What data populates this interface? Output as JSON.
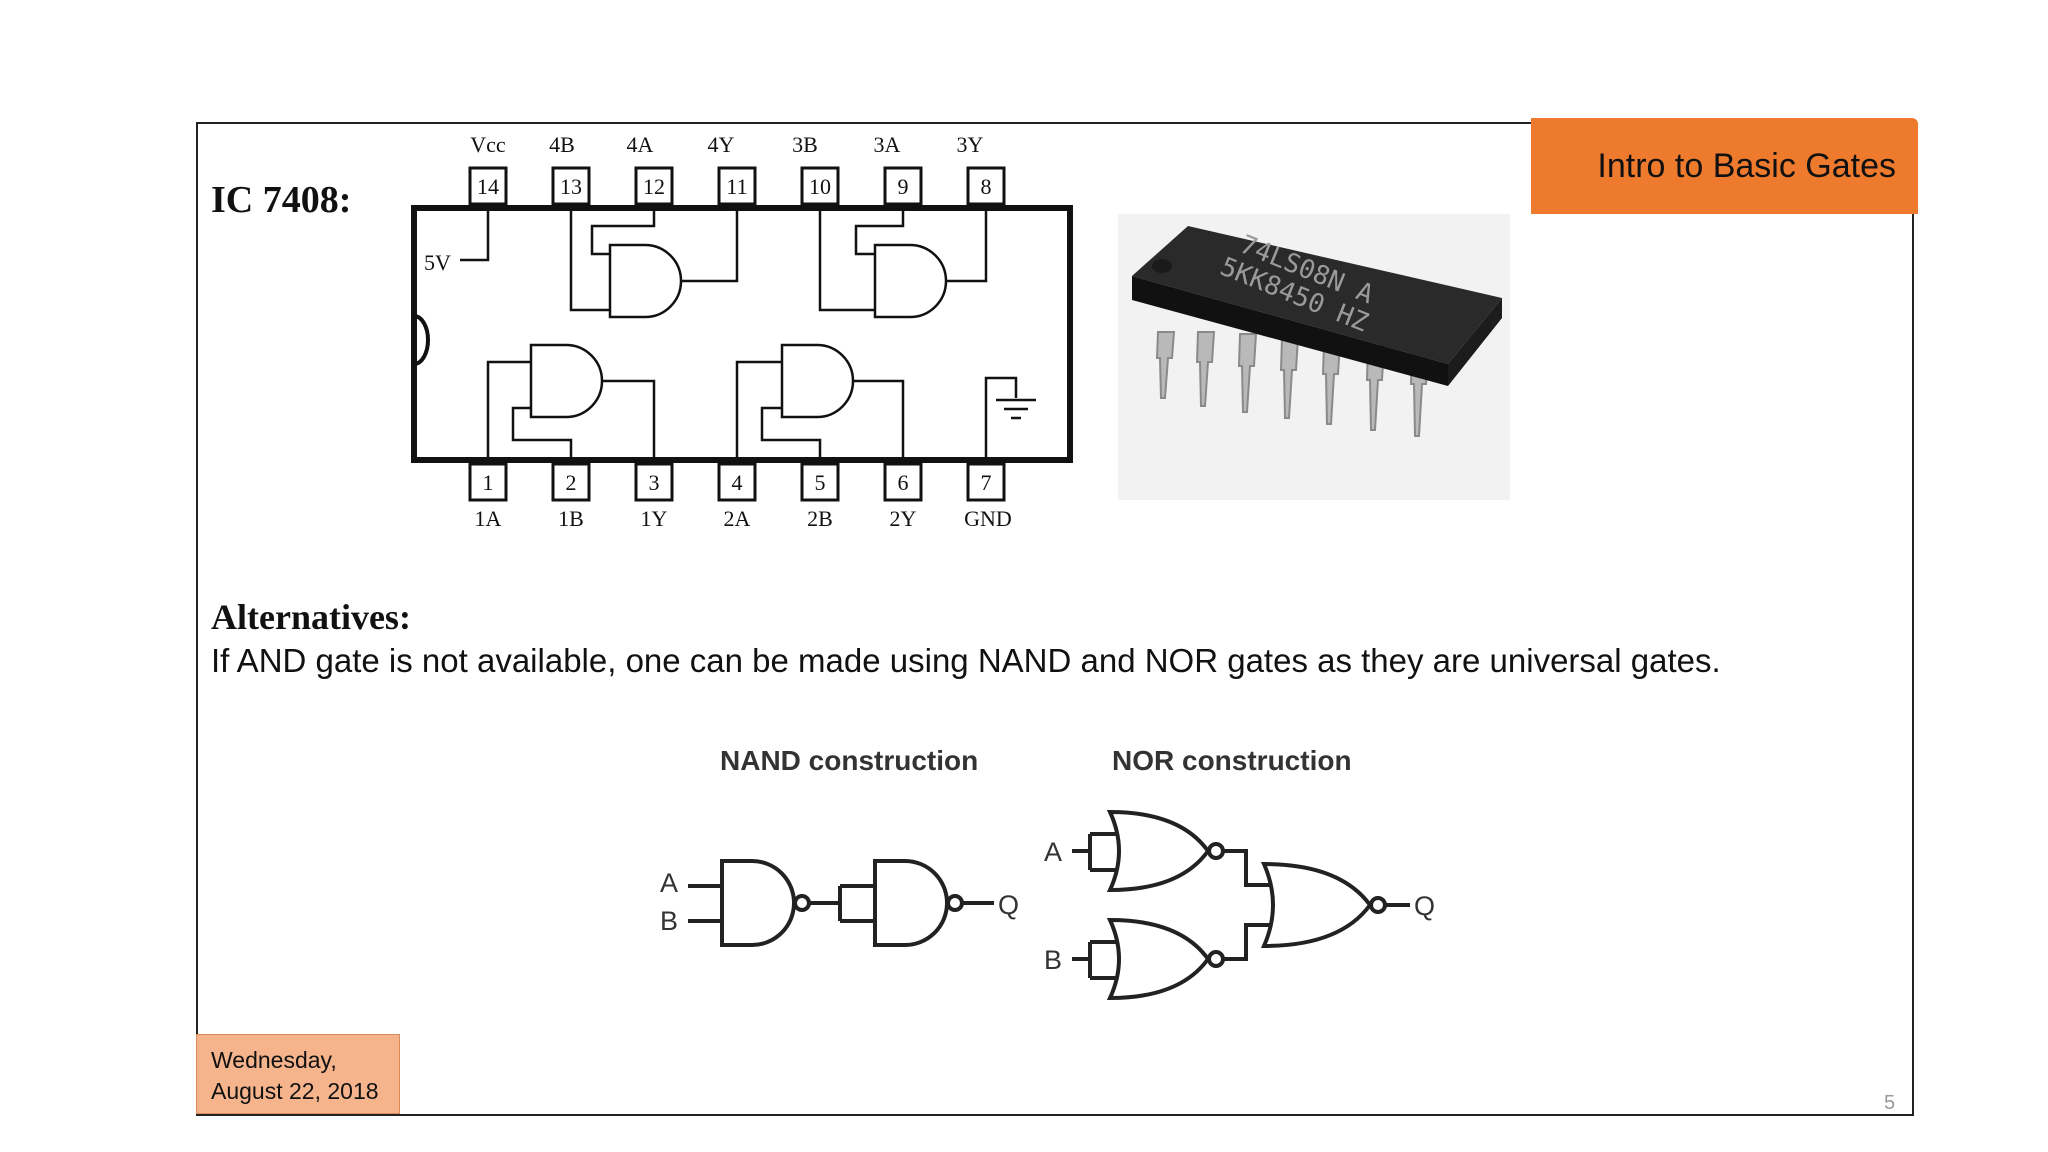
{
  "slide": {
    "title": "Intro to Basic Gates",
    "ic_label": "IC 7408:",
    "alternatives_heading": "Alternatives:",
    "alternatives_text": "If AND gate is not available, one can be made using NAND and NOR gates as they are universal gates.",
    "date_line1": "Wednesday,",
    "date_line2": "August 22, 2018",
    "page_number": "5"
  },
  "pinout": {
    "top_pin_names": [
      "Vcc",
      "4B",
      "4A",
      "4Y",
      "3B",
      "3A",
      "3Y"
    ],
    "top_pin_numbers": [
      "14",
      "13",
      "12",
      "11",
      "10",
      "9",
      "8"
    ],
    "bottom_pin_numbers": [
      "1",
      "2",
      "3",
      "4",
      "5",
      "6",
      "7"
    ],
    "bottom_pin_names": [
      "1A",
      "1B",
      "1Y",
      "2A",
      "2B",
      "2Y",
      "GND"
    ],
    "supply_label": "5V"
  },
  "chip_photo": {
    "marking_line1": "74LS08N A",
    "marking_line2": "5KK8450 HZ"
  },
  "construction": {
    "nand_title": "NAND construction",
    "nor_title": "NOR construction",
    "input_a": "A",
    "input_b": "B",
    "output_q": "Q"
  }
}
